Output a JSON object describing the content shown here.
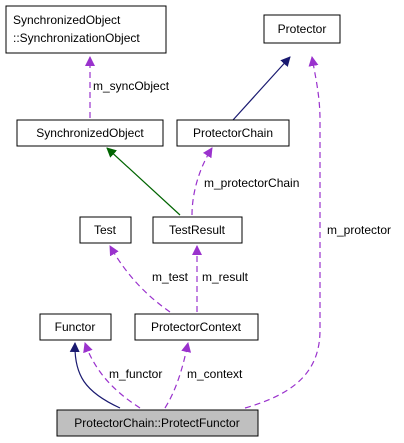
{
  "nodes": {
    "sync_object_inner": [
      "SynchronizedObject",
      "::SynchronizationObject"
    ],
    "protector": "Protector",
    "synchronized_object": "SynchronizedObject",
    "protector_chain": "ProtectorChain",
    "test": "Test",
    "test_result": "TestResult",
    "functor": "Functor",
    "protector_context": "ProtectorContext",
    "protect_functor": "ProtectorChain::ProtectFunctor"
  },
  "edges": {
    "m_syncObject": "m_syncObject",
    "m_protectorChain": "m_protectorChain",
    "m_protector": "m_protector",
    "m_test": "m_test",
    "m_result": "m_result",
    "m_functor": "m_functor",
    "m_context": "m_context"
  },
  "colors": {
    "inheritance_public": "#191970",
    "inheritance_green": "#006400",
    "usage": "#9a32cd",
    "focus_fill": "#bfbfbf"
  }
}
